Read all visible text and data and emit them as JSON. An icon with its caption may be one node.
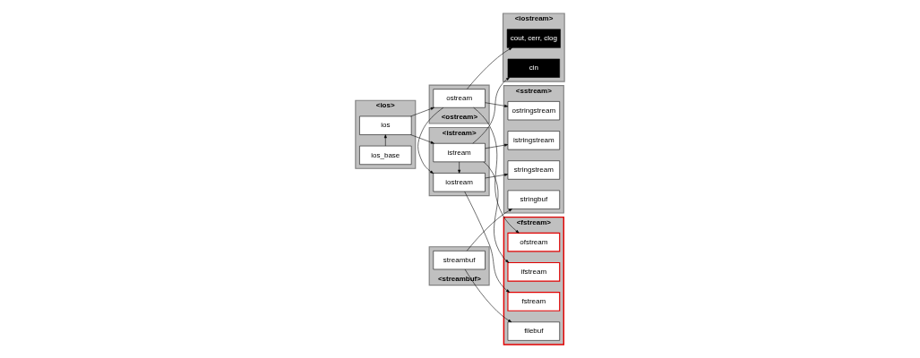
{
  "diagram": {
    "nodes": [
      {
        "text": [
          "<ios>"
        ]
      },
      {
        "text": [
          "ios_base"
        ],
        "in": 0
      },
      {
        "text": [
          "ios"
        ],
        "in": 0
      },
      {
        "text": [
          "<istream>"
        ]
      },
      {
        "text": [
          "istream"
        ],
        "in": 3
      },
      {
        "text": [
          "iostream"
        ],
        "in": 3
      },
      {
        "text": [
          "<ostream>"
        ]
      },
      {
        "text": [
          "ostream"
        ],
        "in": 6
      },
      {
        "text": [
          "<streambuf>"
        ]
      },
      {
        "text": [
          "streambuf"
        ],
        "in": 8
      },
      {
        "text": [
          "<iostream>"
        ]
      },
      {
        "text": [
          "cin"
        ],
        "in": 10
      },
      {
        "text": [
          "cout, cerr, clog"
        ],
        "in": 10
      },
      {
        "text": [
          "<fstream>"
        ]
      },
      {
        "text": [
          "ifstream"
        ],
        "in": 13
      },
      {
        "text": [
          "fstream"
        ],
        "in": 13
      },
      {
        "text": [
          "ofstream"
        ],
        "in": 13
      },
      {
        "text": [
          "filebuf"
        ],
        "in": 13
      },
      {
        "text": [
          "<sstream>"
        ]
      },
      {
        "text": [
          "istringstream"
        ],
        "in": 18
      },
      {
        "text": [
          "stringstream"
        ],
        "in": 18
      },
      {
        "text": [
          "ostringstream"
        ],
        "in": 18
      },
      {
        "text": [
          "stringbuf"
        ],
        "in": 18
      }
    ],
    "edges": [
      {
        "from": 1,
        "to": 2,
        "arrow": "to"
      },
      {
        "from": 2,
        "to": 4,
        "arrow": "to"
      },
      {
        "from": 2,
        "to": 7,
        "arrow": "to"
      },
      {
        "from": 4,
        "to": 5,
        "arrow": "to"
      },
      {
        "from": 7,
        "to": 5,
        "arrow": "to"
      },
      {
        "from": 4,
        "to": 14,
        "arrow": "to"
      },
      {
        "from": 4,
        "to": 19,
        "arrow": "to"
      },
      {
        "from": 4,
        "to": 11,
        "arrow": "to"
      },
      {
        "from": 5,
        "to": 15,
        "arrow": "to"
      },
      {
        "from": 5,
        "to": 20,
        "arrow": "to"
      },
      {
        "from": 7,
        "to": 16,
        "arrow": "to"
      },
      {
        "from": 7,
        "to": 21,
        "arrow": "to"
      },
      {
        "from": 7,
        "to": 12,
        "arrow": "to"
      },
      {
        "from": 9,
        "to": 17,
        "arrow": "to"
      },
      {
        "from": 9,
        "to": 22,
        "arrow": "to"
      }
    ]
  }
}
